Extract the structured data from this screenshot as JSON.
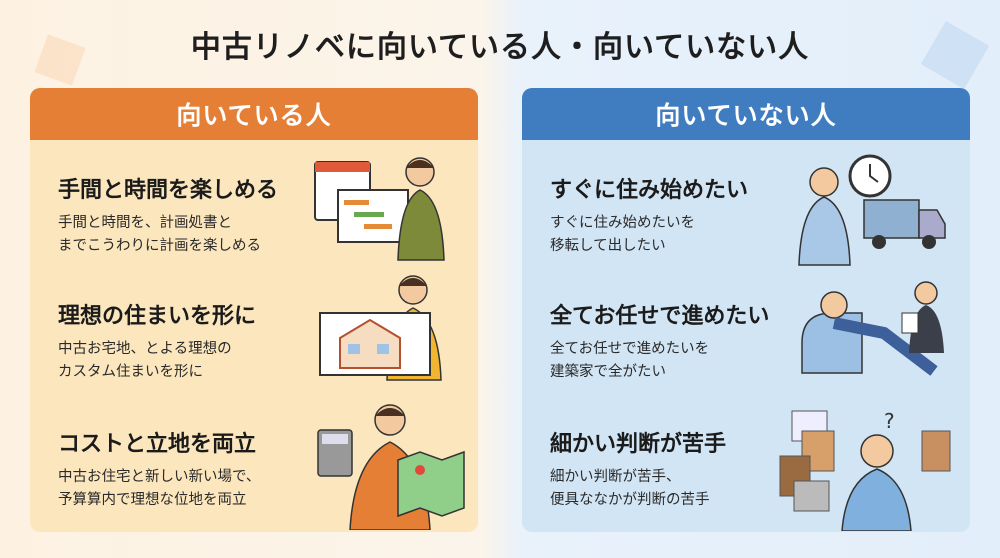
{
  "title": "中古リノベに向いている人・向いていない人",
  "colors": {
    "suited": "#e57f35",
    "unsuited": "#3f7dc0"
  },
  "suited": {
    "header": "向いている人",
    "items": [
      {
        "title": "手間と時間を楽しめる",
        "lines": [
          "手間と時間を、計画処書と",
          "までこうわりに計画を楽しめる"
        ],
        "icon": "calendar-planning-person-icon"
      },
      {
        "title": "理想の住まいを形に",
        "lines": [
          "中古お宅地、とよる理想の",
          "カスタム住まいを形に"
        ],
        "icon": "house-blueprint-person-icon"
      },
      {
        "title": "コストと立地を両立",
        "lines": [
          "中古お住宅と新しい新い場で、",
          "予算算内で理想な位地を両立"
        ],
        "icon": "calculator-map-person-icon"
      }
    ]
  },
  "unsuited": {
    "header": "向いていない人",
    "items": [
      {
        "title": "すぐに住み始めたい",
        "lines": [
          "すぐに住み始めたいを",
          "移転して出したい"
        ],
        "icon": "clock-truck-person-icon"
      },
      {
        "title": "全てお任せで進めたい",
        "lines": [
          "全てお任せで進めたいを",
          "建築家で全がたい"
        ],
        "icon": "relaxing-person-icon"
      },
      {
        "title": "細かい判断が苦手",
        "lines": [
          "細かい判断が苦手、",
          "便具ななかが判断の苦手"
        ],
        "icon": "confused-person-materials-icon"
      }
    ]
  }
}
